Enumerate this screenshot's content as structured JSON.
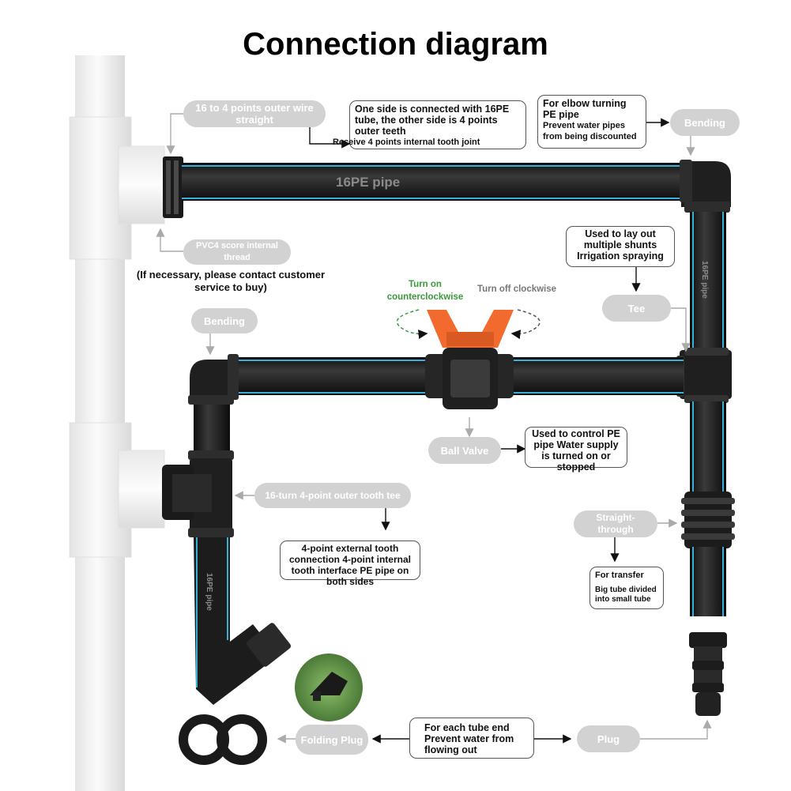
{
  "title": "Connection diagram",
  "labels": {
    "outer_wire_straight": "16 to 4 points outer wire straight",
    "pvc_internal_thread": "PVC4 score internal thread",
    "contact_note": "(If necessary, please contact customer service to buy)",
    "connector_desc": "One side is connected with 16PE tube, the other side is 4 points outer teeth",
    "connector_desc_2": "Receive 4 points internal tooth joint",
    "elbow_desc_1": "For elbow turning PE pipe",
    "elbow_desc_2": "Prevent water pipes from being discounted",
    "bending_top": "Bending",
    "bending_left": "Bending",
    "pipe_top": "16PE pipe",
    "pipe_right": "16PE pipe",
    "pipe_left": "16PE pipe",
    "tee_desc": "Used to lay out multiple shunts Irrigation spraying",
    "tee": "Tee",
    "turn_on": "Turn on counterclockwise",
    "turn_off": "Turn off clockwise",
    "ball_valve": "Ball Valve",
    "valve_desc": "Used to control PE pipe Water supply is turned on or stopped",
    "outer_tooth_tee": "16-turn 4-point outer tooth tee",
    "outer_tooth_desc": "4-point external tooth connection 4-point internal tooth interface PE pipe on both sides",
    "straight_through": "Straight-through",
    "transfer_1": "For transfer",
    "transfer_2": "Big tube divided into small tube",
    "folding_plug": "Folding Plug",
    "plug": "Plug",
    "plug_desc": "For each tube end Prevent water from flowing out"
  },
  "colors": {
    "pipe": "#1c1c1c",
    "stripe": "#3ab0d8",
    "valve_handle": "#f26a2e",
    "pvc": "#f1f1f1",
    "pill": "#d2d2d2"
  }
}
